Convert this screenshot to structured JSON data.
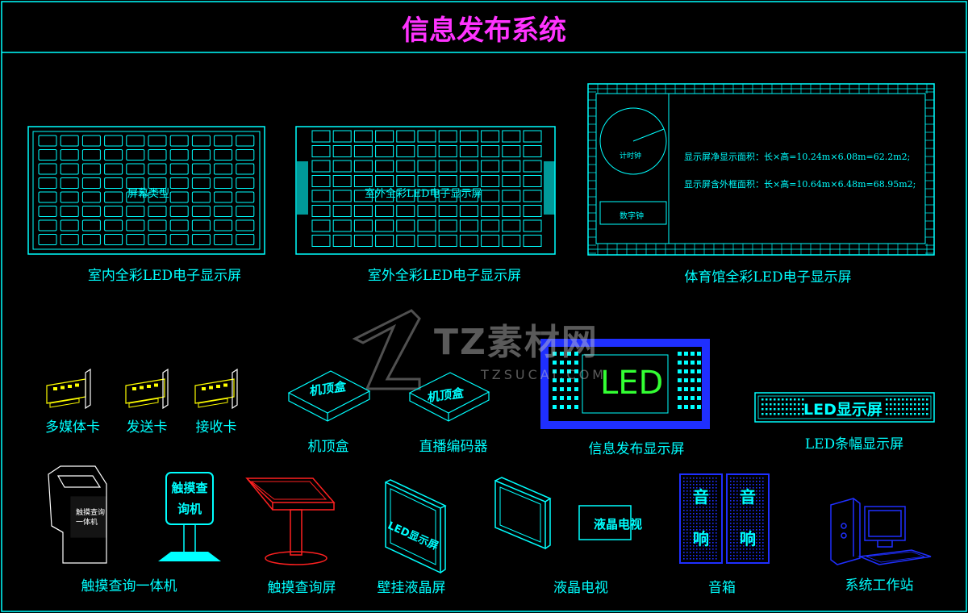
{
  "title": "信息发布系统",
  "watermark": {
    "brand": "TZ素材网",
    "url": "TZSUCAI.COM"
  },
  "colors": {
    "cyan": "#00ffff",
    "magenta": "#ff33ff",
    "blue": "#1f2fff",
    "red": "#ff2020",
    "green": "#33ff33",
    "yellow": "#ffff00",
    "bg": "#000000"
  },
  "screens": {
    "indoor": {
      "caption": "室内全彩LED电子显示屏",
      "inner": "屏幕类型"
    },
    "outdoor": {
      "caption": "室外全彩LED电子显示屏",
      "inner": "室外全彩LED电子显示屏"
    },
    "stadium": {
      "caption": "体育馆全彩LED电子显示屏",
      "clock_label": "计时钟",
      "digital_label": "数字钟",
      "spec_net": "显示屏净显示面积：长×高=10.24m×6.08m=62.2m2;",
      "spec_frame": "显示屏含外框面积：长×高=10.64m×6.48m=68.95m2;"
    }
  },
  "devices": {
    "multimedia_card": "多媒体卡",
    "sending_card": "发送卡",
    "receiving_card": "接收卡",
    "stb": {
      "caption": "机顶盒",
      "box_text": "机顶盒"
    },
    "encoder": {
      "caption": "直播编码器",
      "box_text": "机顶盒"
    },
    "info_screen": {
      "caption": "信息发布显示屏",
      "led_text": "LED"
    },
    "banner": {
      "caption": "LED条幅显示屏",
      "text": "LED显示屏"
    },
    "kiosk": {
      "caption": "触摸查询一体机",
      "screen_text": "触摸查询一体机"
    },
    "kiosk2_text": "触摸查询机",
    "touch_screen": {
      "caption": "触摸查询屏"
    },
    "wall_lcd": {
      "caption": "壁挂液晶屏",
      "text": "LED显示屏"
    },
    "lcd_tv": {
      "caption": "液晶电视",
      "text": "液晶电视"
    },
    "speaker": {
      "caption": "音箱",
      "char_top": "音",
      "char_bottom": "响"
    },
    "workstation": {
      "caption": "系统工作站"
    }
  }
}
